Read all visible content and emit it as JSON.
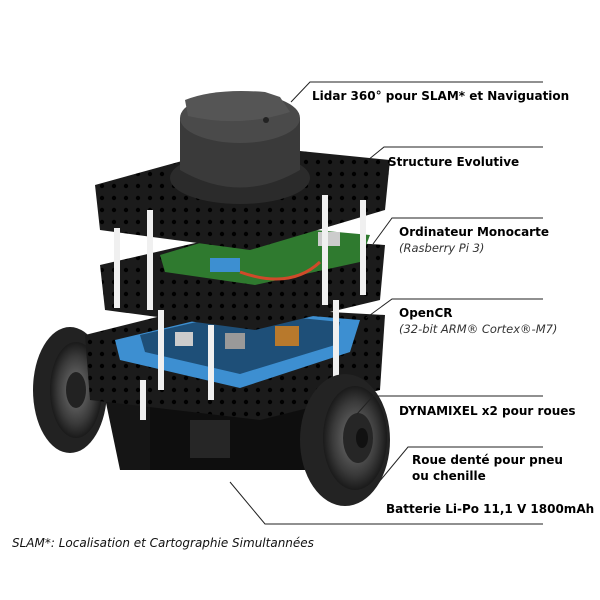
{
  "labels": {
    "lidar": "Lidar 360° pour SLAM* et Naviguation",
    "structure": "Structure Evolutive",
    "sbc_title": "Ordinateur Monocarte",
    "sbc_sub": "(Rasberry Pi 3)",
    "opencr_title": "OpenCR",
    "opencr_sub": "(32-bit ARM® Cortex®-M7)",
    "dynamixel": "DYNAMIXEL x2 pour roues",
    "wheel_line1": "Roue denté pour pneu",
    "wheel_line2": "ou chenille",
    "battery": "Batterie Li-Po 11,1 V 1800mAh"
  },
  "footnote": "SLAM*: Localisation et Cartographie Simultannées",
  "colors": {
    "plate": "#1b1b1b",
    "board_blue": "#3d8fd1",
    "pcb_green": "#2f7a2f",
    "tire": "#2a2a2a",
    "leader": "#222222"
  }
}
